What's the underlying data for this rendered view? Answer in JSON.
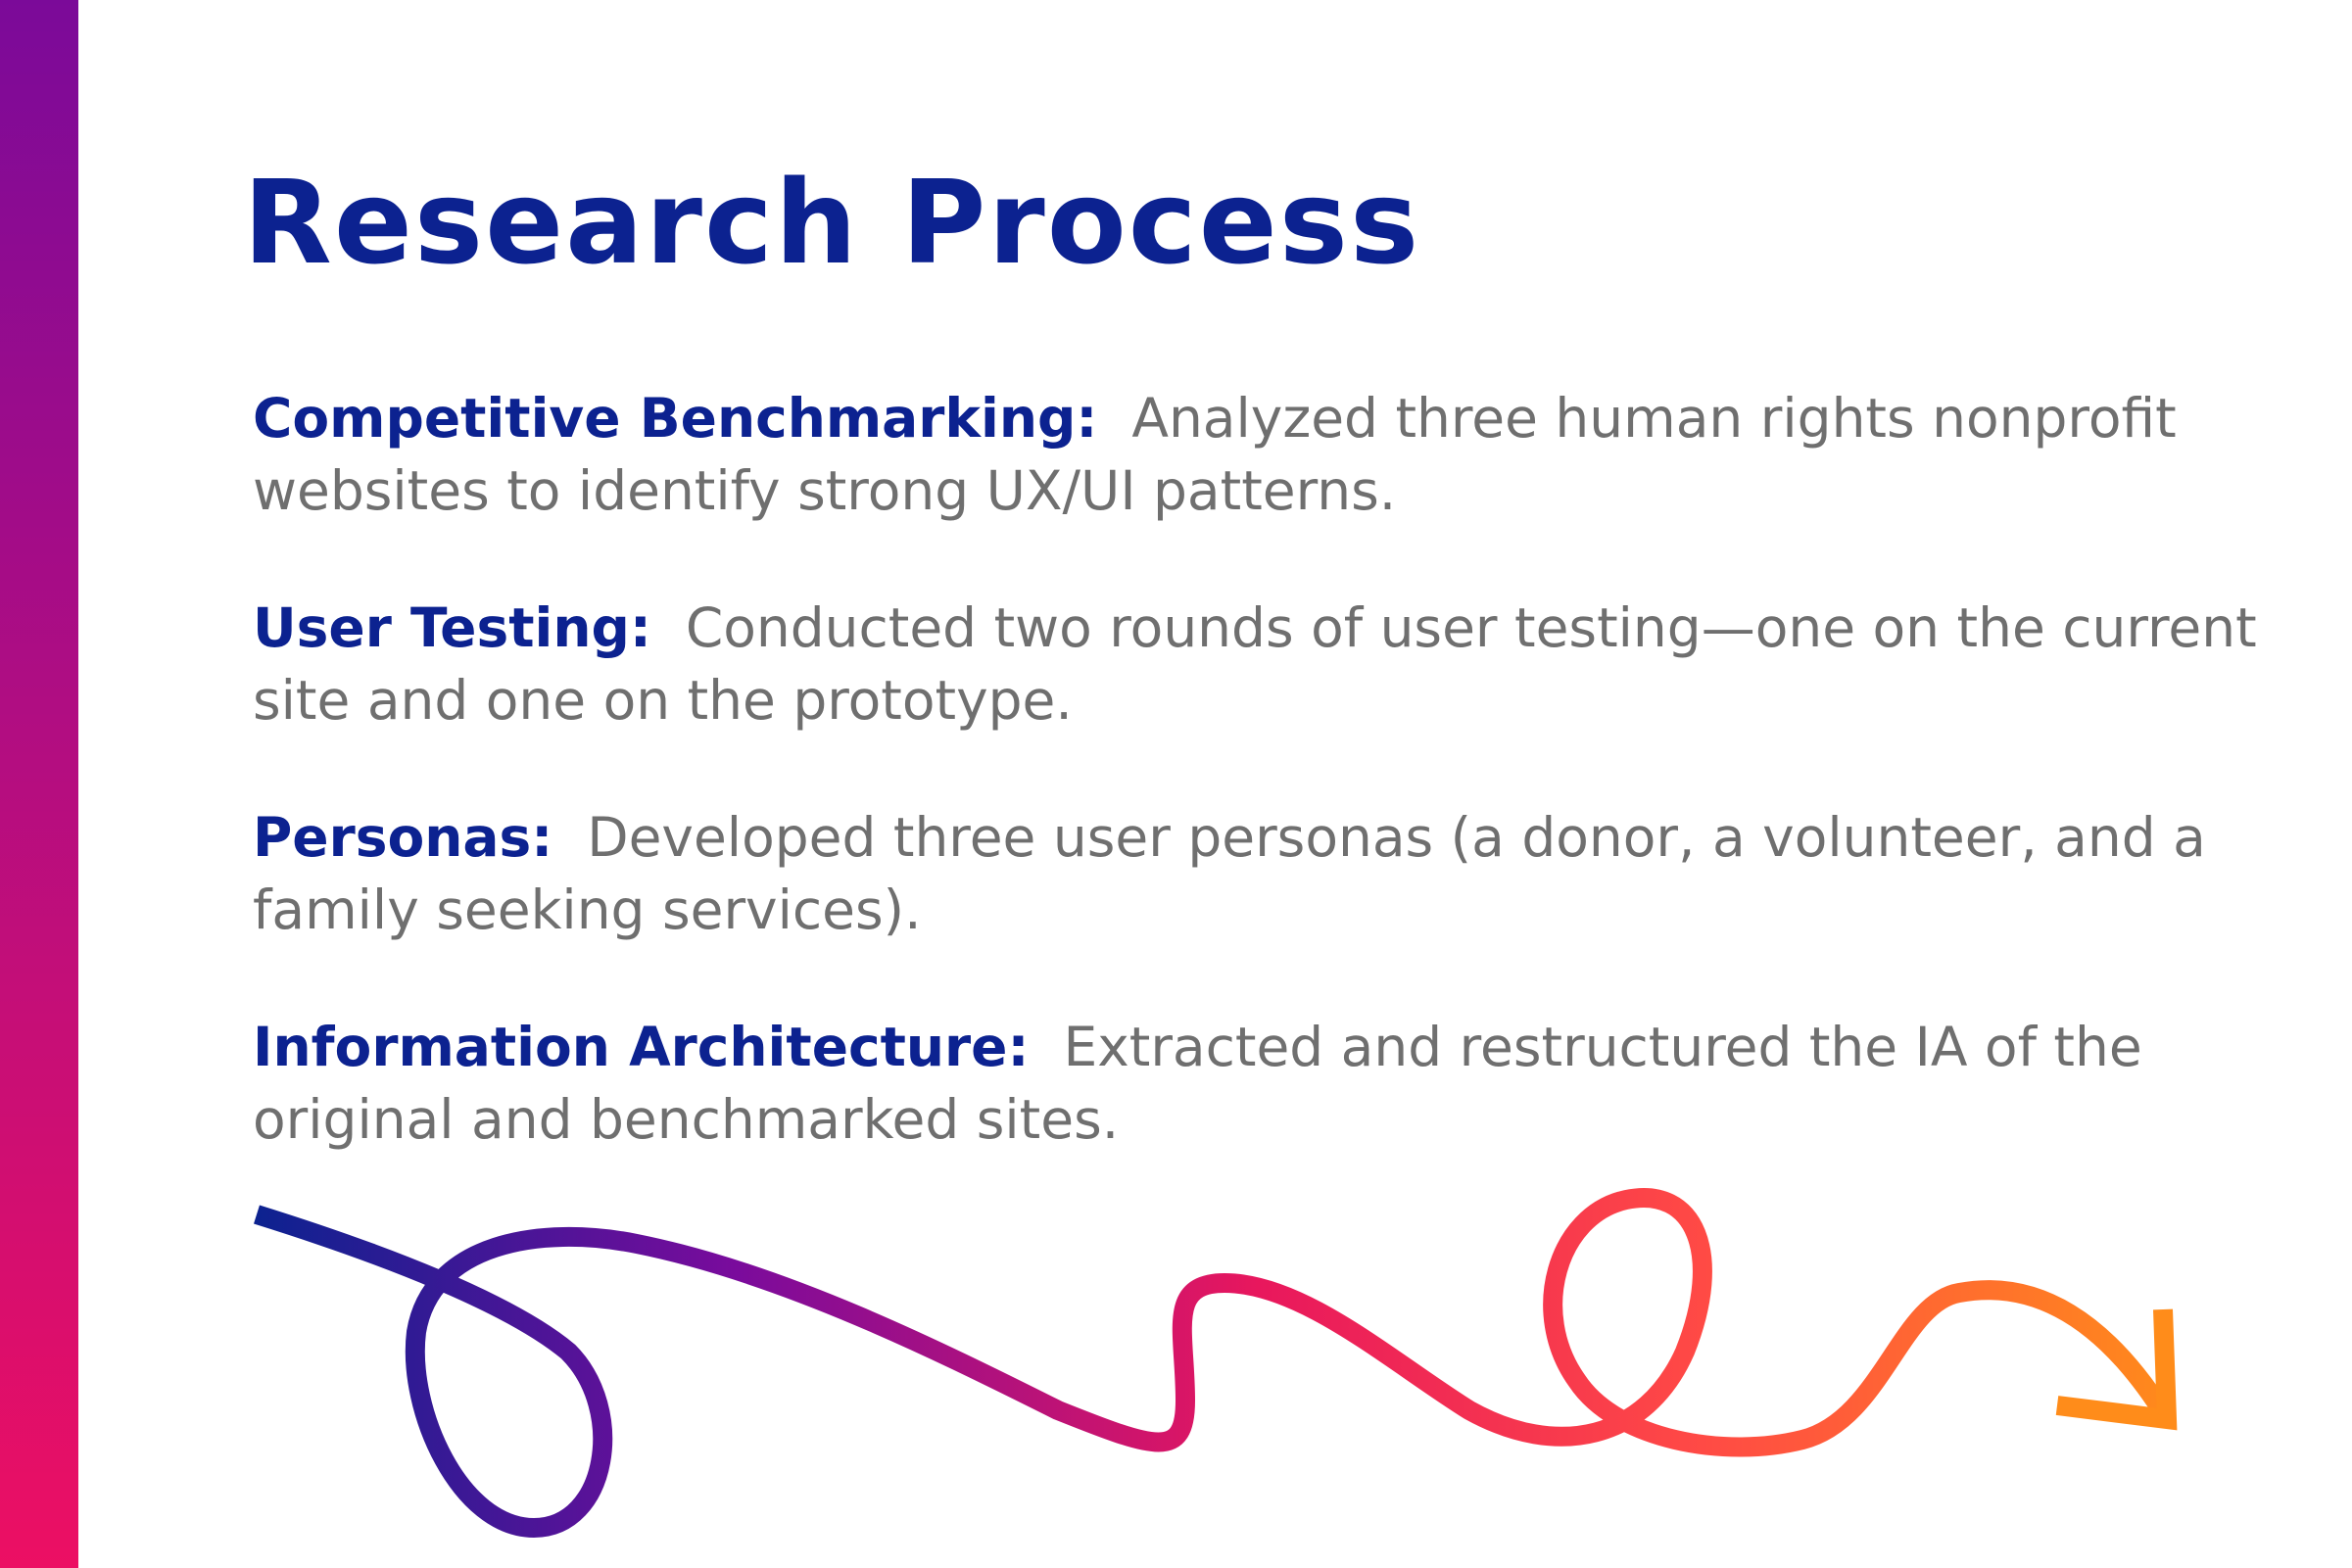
{
  "title": "Research Process",
  "sections": [
    {
      "term": "Competitive Benchmarking:",
      "description": "Analyzed three human rights nonprofit websites to identify strong UX/UI patterns."
    },
    {
      "term": "User Testing:",
      "description": "Conducted two rounds of user testing—one on the current site and one on the prototype."
    },
    {
      "term": "Personas:",
      "description": "Developed three user personas (a donor, a volunteer, and a family seeking services)."
    },
    {
      "term": "Information Architecture:",
      "description": "Extracted and restructured the IA of the original and benchmarked sites."
    }
  ],
  "colors": {
    "title": "#0c2290",
    "body_text": "#6f6f6f",
    "sidebar_top": "#7b0a99",
    "sidebar_bottom": "#ec0f63",
    "arrow_start": "#0c2290",
    "arrow_mid": "#e8175d",
    "arrow_end": "#ff8c1a"
  }
}
